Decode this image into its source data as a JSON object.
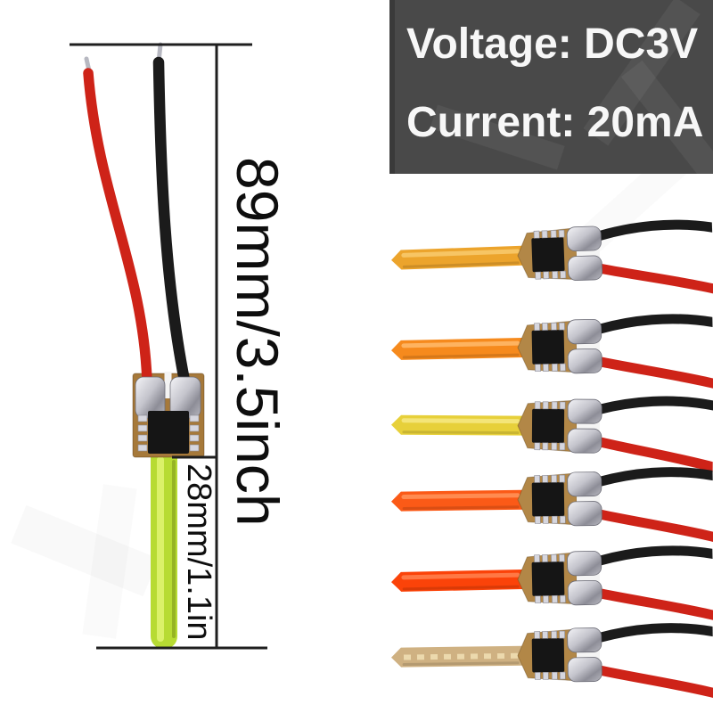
{
  "spec_box": {
    "line1": "Voltage: DC3V",
    "line2": "Current: 20mA"
  },
  "dimensions": {
    "total_length_label": "89mm/3.5inch",
    "filament_length_label": "28mm/1.1in"
  },
  "theme": {
    "bg": "#ffffff",
    "spec_box_bg": "#494949",
    "spec_box_text": "#f7f7f7",
    "dim_line": "#1f1f1f",
    "dim_text": "#0e0e0e",
    "wire_red": "#ce2318",
    "wire_black": "#1b1b1b",
    "pcb": "#a6793a",
    "pcb_light": "#b28747",
    "chip": "#151515",
    "main_filament": "#b7db33",
    "main_filament_hi": "#e2f573"
  },
  "modules": [
    {
      "name": "amber",
      "filament_color": "#eca42c",
      "highlight_color": "#f8c96a",
      "lit": true
    },
    {
      "name": "orange",
      "filament_color": "#f68a1d",
      "highlight_color": "#ffb768",
      "lit": true
    },
    {
      "name": "yellow",
      "filament_color": "#e7d03a",
      "highlight_color": "#f5e77f",
      "lit": true
    },
    {
      "name": "orange-red",
      "filament_color": "#fb5a17",
      "highlight_color": "#ff9057",
      "lit": true
    },
    {
      "name": "red-orange",
      "filament_color": "#fb4309",
      "highlight_color": "#ff7e4b",
      "lit": true
    },
    {
      "name": "warm-white-off",
      "filament_color": "#cfb182",
      "highlight_color": "#ecd9ad",
      "lit": false
    }
  ]
}
